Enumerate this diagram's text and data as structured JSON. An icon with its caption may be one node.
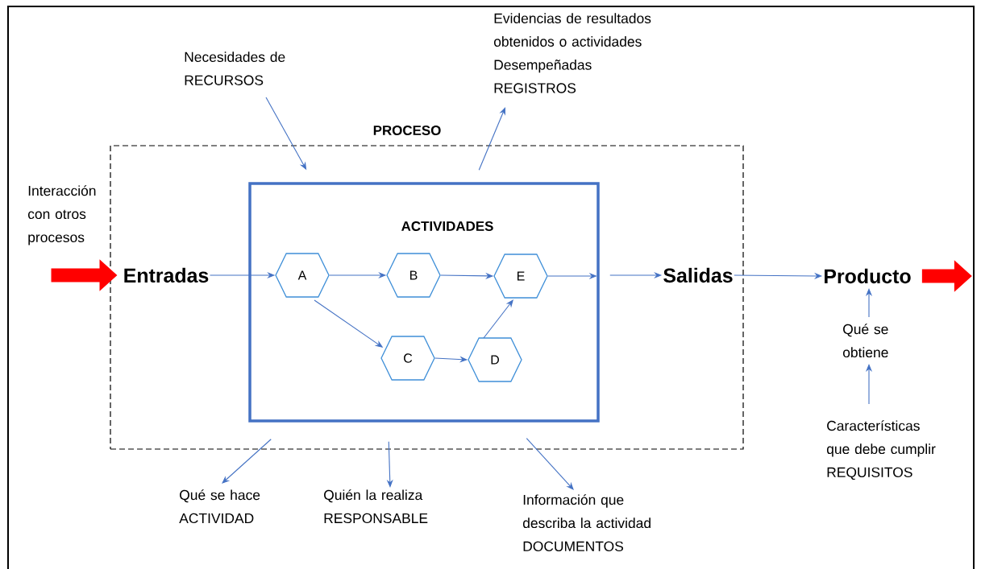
{
  "diagram": {
    "nodes": [
      {
        "text": [
          "PROCESO"
        ]
      },
      {
        "text": [
          "ACTIVIDADES"
        ],
        "in": 0
      },
      {
        "text": [
          "A"
        ],
        "in": 1
      },
      {
        "text": [
          "B"
        ],
        "in": 1
      },
      {
        "text": [
          "E"
        ],
        "in": 1
      },
      {
        "text": [
          "C"
        ],
        "in": 1
      },
      {
        "text": [
          "D"
        ],
        "in": 1
      },
      {
        "text": [
          "Entradas"
        ],
        "in": 0
      },
      {
        "text": [
          "Salidas"
        ],
        "in": 0
      },
      {
        "text": [
          "Producto"
        ]
      },
      {
        "text": [
          "Interacción con otros procesos"
        ]
      },
      {
        "text": [
          "Necesidades de",
          "RECURSOS"
        ]
      },
      {
        "text": [
          "Evidencias de resultados obtenidos o actividades Desempeñadas",
          "REGISTROS"
        ]
      },
      {
        "text": [
          "Qué se hace",
          "ACTIVIDAD"
        ]
      },
      {
        "text": [
          "Quién la realiza",
          "RESPONSABLE"
        ]
      },
      {
        "text": [
          "Información que describa la actividad",
          "DOCUMENTOS"
        ]
      },
      {
        "text": [
          "Qué se obtiene"
        ]
      },
      {
        "text": [
          "Características que debe cumplir",
          "REQUISITOS"
        ]
      }
    ],
    "edges": [
      {
        "from": null,
        "to": 7,
        "arrow": "to",
        "style": "thick",
        "color": "#ff0000"
      },
      {
        "from": 7,
        "to": 2,
        "arrow": "to"
      },
      {
        "from": 2,
        "to": 3,
        "arrow": "to"
      },
      {
        "from": 3,
        "to": 4,
        "arrow": "to"
      },
      {
        "from": 2,
        "to": 5,
        "arrow": "to"
      },
      {
        "from": 5,
        "to": 6,
        "arrow": "to"
      },
      {
        "from": 6,
        "to": 4,
        "arrow": "to"
      },
      {
        "from": 4,
        "to": 1,
        "arrow": "to"
      },
      {
        "from": 1,
        "to": 8,
        "arrow": "to"
      },
      {
        "from": 8,
        "to": 9,
        "arrow": "to"
      },
      {
        "from": 9,
        "to": null,
        "arrow": "to",
        "style": "thick",
        "color": "#ff0000"
      },
      {
        "from": 11,
        "to": 1,
        "arrow": "to"
      },
      {
        "from": 1,
        "to": 12,
        "arrow": "to"
      },
      {
        "from": 1,
        "to": 13,
        "arrow": "to"
      },
      {
        "from": 1,
        "to": 14,
        "arrow": "to"
      },
      {
        "from": 1,
        "to": 15,
        "arrow": "to"
      },
      {
        "from": 16,
        "to": 9,
        "arrow": "to"
      },
      {
        "from": 17,
        "to": 16,
        "arrow": "to"
      }
    ]
  }
}
